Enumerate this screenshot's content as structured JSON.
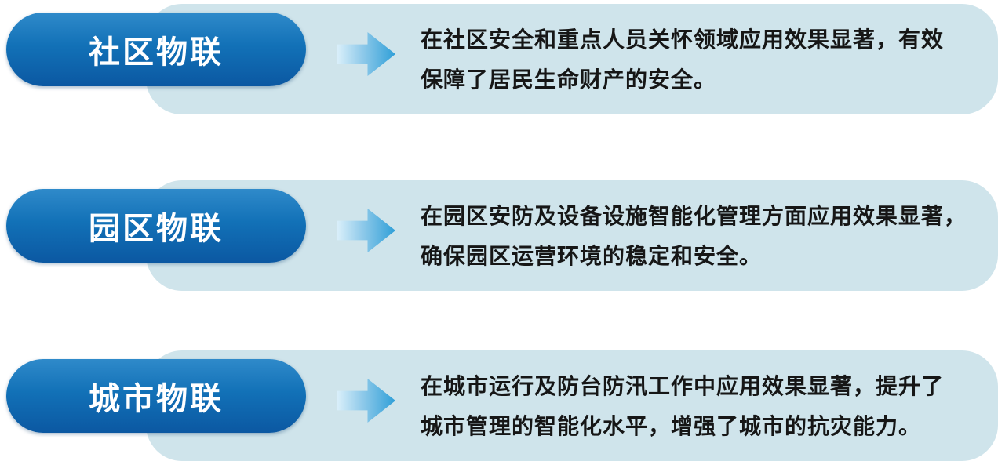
{
  "colors": {
    "background": "#ffffff",
    "panel_bg": "#cfe4eb",
    "pill_gradient_top": "#2f8aca",
    "pill_gradient_bottom": "#0b58a2",
    "arrow_gradient_start": "#d9effa",
    "arrow_gradient_end": "#2f9fd8",
    "pill_text": "#ffffff",
    "body_text": "#161616"
  },
  "rows": [
    {
      "label": "社区物联",
      "line1": "在社区安全和重点人员关怀领域应用效果显著，有效",
      "line2": "保障了居民生命财产的安全。"
    },
    {
      "label": "园区物联",
      "line1": "在园区安防及设备设施智能化管理方面应用效果显著，",
      "line2": "确保园区运营环境的稳定和安全。"
    },
    {
      "label": "城市物联",
      "line1": "在城市运行及防台防汛工作中应用效果显著，提升了",
      "line2": "城市管理的智能化水平，增强了城市的抗灾能力。"
    }
  ]
}
